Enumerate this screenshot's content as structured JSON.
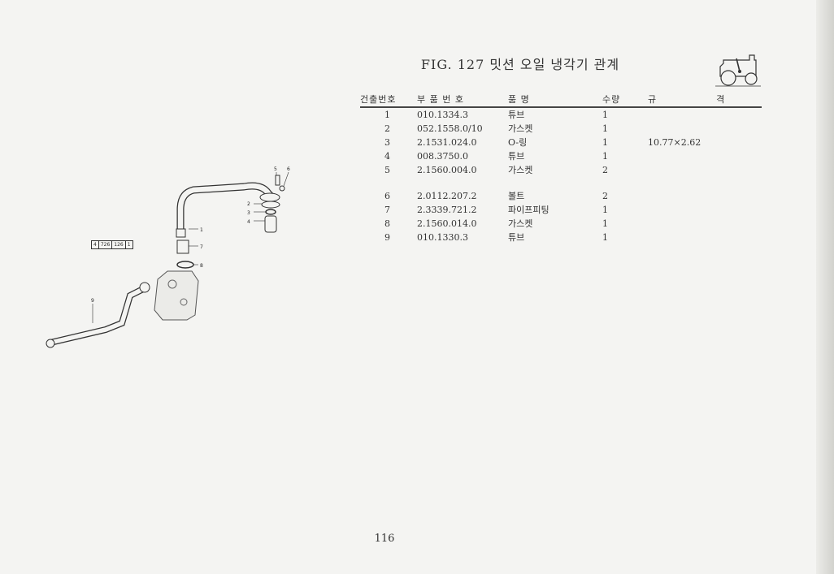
{
  "title": "FIG. 127 밋션 오일 냉각기 관계",
  "page_number": "116",
  "table": {
    "headers": {
      "ref": "건출번호",
      "part_no": "부 품 번 호",
      "name": "품 명",
      "qty": "수량",
      "spec_a": "규",
      "spec_b": "격"
    },
    "rows": [
      {
        "ref": "1",
        "part_no": "010.1334.3",
        "name": "튜브",
        "qty": "1",
        "spec": ""
      },
      {
        "ref": "2",
        "part_no": "052.1558.0/10",
        "name": "가스켓",
        "qty": "1",
        "spec": ""
      },
      {
        "ref": "3",
        "part_no": "2.1531.024.0",
        "name": "O-링",
        "qty": "1",
        "spec": "10.77×2.62"
      },
      {
        "ref": "4",
        "part_no": "008.3750.0",
        "name": "튜브",
        "qty": "1",
        "spec": ""
      },
      {
        "ref": "5",
        "part_no": "2.1560.004.0",
        "name": "가스켓",
        "qty": "2",
        "spec": ""
      },
      {
        "ref": "6",
        "part_no": "2.0112.207.2",
        "name": "볼트",
        "qty": "2",
        "spec": ""
      },
      {
        "ref": "7",
        "part_no": "2.3339.721.2",
        "name": "파이프피팅",
        "qty": "1",
        "spec": ""
      },
      {
        "ref": "8",
        "part_no": "2.1560.014.0",
        "name": "가스켓",
        "qty": "1",
        "spec": ""
      },
      {
        "ref": "9",
        "part_no": "010.1330.3",
        "name": "튜브",
        "qty": "1",
        "spec": ""
      }
    ]
  },
  "figure_ref": {
    "a": "4",
    "b": "726",
    "c": "126",
    "d": "1"
  },
  "callouts": {
    "c1": "1",
    "c2": "2",
    "c3": "3",
    "c4": "4",
    "c5": "5",
    "c6": "6",
    "c7": "7",
    "c8": "8",
    "c9": "9"
  }
}
